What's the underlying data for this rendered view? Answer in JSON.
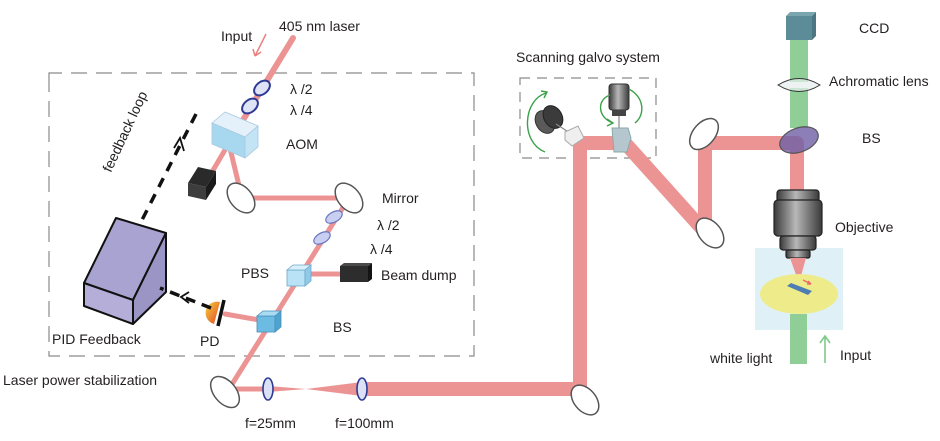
{
  "labels": {
    "input_laser": "Input",
    "laser_source": "405 nm laser",
    "half_wave_1": "λ /2",
    "quarter_wave_1": "λ /4",
    "aom": "AOM",
    "feedback_loop": "feedback loop",
    "mirror": "Mirror",
    "half_wave_2": "λ /2",
    "quarter_wave_2": "λ /4",
    "pbs": "PBS",
    "beam_dump": "Beam dump",
    "bs_lower": "BS",
    "pd": "PD",
    "pid_feedback": "PID Feedback",
    "stabilization_section": "Laser power stabilization",
    "lens_f25": "f=25mm",
    "lens_f100": "f=100mm",
    "galvo_system": "Scanning galvo system",
    "ccd": "CCD",
    "achromatic_lens": "Achromatic lens",
    "bs_upper": "BS",
    "objective": "Objective",
    "white_light": "white light",
    "input_white": "Input"
  },
  "colors": {
    "laser_beam": "#ec9494",
    "white_light_beam": "#8fcf97",
    "pid_box": "#a9a3d1",
    "optics_blue": "#2e3a94",
    "cube_blue": "#7cc6e8",
    "sample_stage": "#dff0f6",
    "sample_disc": "#eeec8a",
    "ccd": "#5c8c98",
    "dashed_frame": "#8a8a8a"
  }
}
